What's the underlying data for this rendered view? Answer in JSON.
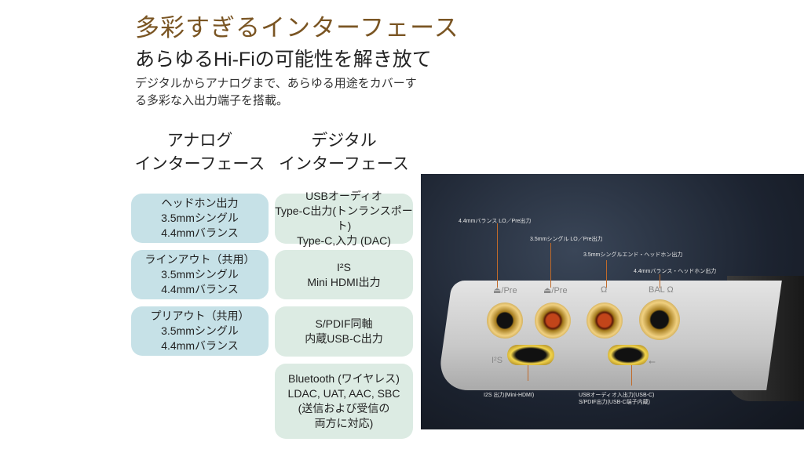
{
  "header": {
    "title": "多彩すぎるインターフェース",
    "subtitle": "あらゆるHi-Fiの可能性を解き放て",
    "description": "デジタルからアナログまで、あらゆる用途をカバーする多彩な入出力端子を搭載。"
  },
  "analog": {
    "heading_line1": "アナログ",
    "heading_line2": "インターフェース",
    "boxes": [
      {
        "l1": "ヘッドホン出力",
        "l2": "3.5mmシングル",
        "l3": "4.4mmバランス"
      },
      {
        "l1": "ラインアウト（共用）",
        "l2": "3.5mmシングル",
        "l3": "4.4mmバランス"
      },
      {
        "l1": "プリアウト（共用）",
        "l2": "3.5mmシングル",
        "l3": "4.4mmバランス"
      }
    ]
  },
  "digital": {
    "heading_line1": "デジタル",
    "heading_line2": "インターフェース",
    "boxes": [
      {
        "l1": "USBオーディオ",
        "l2": "Type-C出力(トンランスポート)",
        "l3": "Type-C,入力 (DAC)"
      },
      {
        "l1": "I²S",
        "l2": "Mini HDMI出力"
      },
      {
        "l1": "S/PDIF同軸",
        "l2": "内蔵USB-C出力"
      },
      {
        "l1": "Bluetooth (ワイヤレス)",
        "l2": "LDAC, UAT, AAC, SBC",
        "l3": "(送信および受信の",
        "l4": "両方に対応)"
      }
    ]
  },
  "photo": {
    "labels": {
      "bal_lo": "4.4mmバランス LO／Pre出力",
      "se_lo": "3.5mmシングル LO／Pre出力",
      "se_hp": "3.5mmシングルエンド・ヘッドホン出力",
      "bal_hp": "4.4mmバランス・ヘッドホン出力",
      "i2s": "I2S 出力(Mini-HDMI)",
      "usb1": "USBオーディオ入出力(USB-C)",
      "usb2": "S/PDIF出力(USB-C端子内蔵)"
    },
    "marks": {
      "pre1": "/Pre",
      "pre2": "/Pre",
      "bal": "BAL",
      "i2s": "I²S",
      "usb": "⭠"
    }
  }
}
